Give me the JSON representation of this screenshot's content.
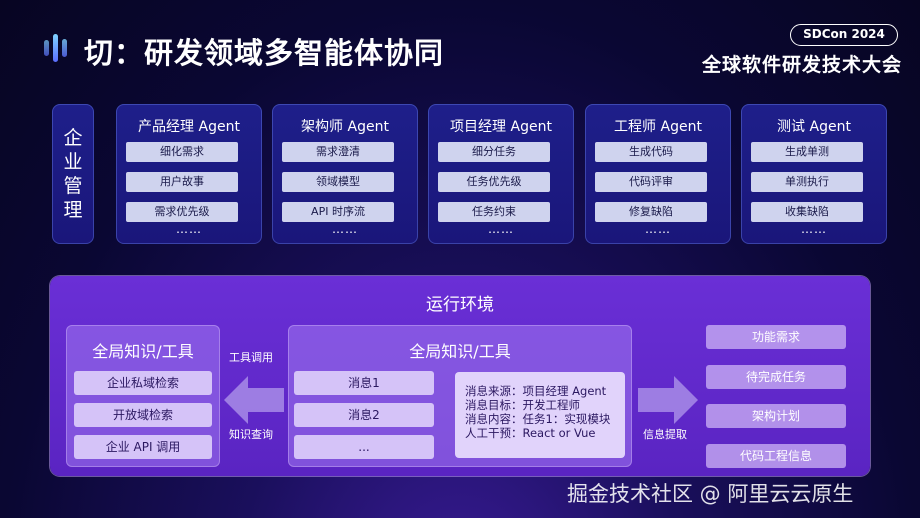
{
  "header": {
    "title": "切：研发领域多智能体协同",
    "conference_badge": "SDCon 2024",
    "conference_name": "全球软件研发技术大会"
  },
  "enterprise_label": "企\n业\n管\n理",
  "agents": [
    {
      "title": "产品经理 Agent",
      "items": [
        "细化需求",
        "用户故事",
        "需求优先级"
      ],
      "more": "……"
    },
    {
      "title": "架构师 Agent",
      "items": [
        "需求澄清",
        "领域模型",
        "API 时序流"
      ],
      "more": "……"
    },
    {
      "title": "项目经理 Agent",
      "items": [
        "细分任务",
        "任务优先级",
        "任务约束"
      ],
      "more": "……"
    },
    {
      "title": "工程师 Agent",
      "items": [
        "生成代码",
        "代码评审",
        "修复缺陷"
      ],
      "more": "……"
    },
    {
      "title": "测试 Agent",
      "items": [
        "生成单测",
        "单测执行",
        "收集缺陷"
      ],
      "more": "……"
    }
  ],
  "runtime": {
    "title": "运行环境",
    "left_panel": {
      "title": "全局知识/工具",
      "items": [
        "企业私域检索",
        "开放域检索",
        "企业 API 调用"
      ]
    },
    "arrow_left": {
      "top_label": "工具调用",
      "bottom_label": "知识查询"
    },
    "center_panel": {
      "title": "全局知识/工具",
      "messages": [
        "消息1",
        "消息2",
        "..."
      ],
      "detail_lines": [
        "消息来源：项目经理 Agent",
        "消息目标：开发工程师",
        "消息内容：任务1：实现模块",
        "人工干预：React or Vue"
      ]
    },
    "arrow_right": {
      "label": "信息提取"
    },
    "right_items": [
      "功能需求",
      "待完成任务",
      "架构计划",
      "代码工程信息"
    ]
  },
  "watermark": "掘金技术社区 @ 阿里云云原生",
  "colors": {
    "background": "#0a0733",
    "panel": "#1e1f8a",
    "runtime": "#6a2fd6",
    "pill": "#cfd3ee"
  }
}
